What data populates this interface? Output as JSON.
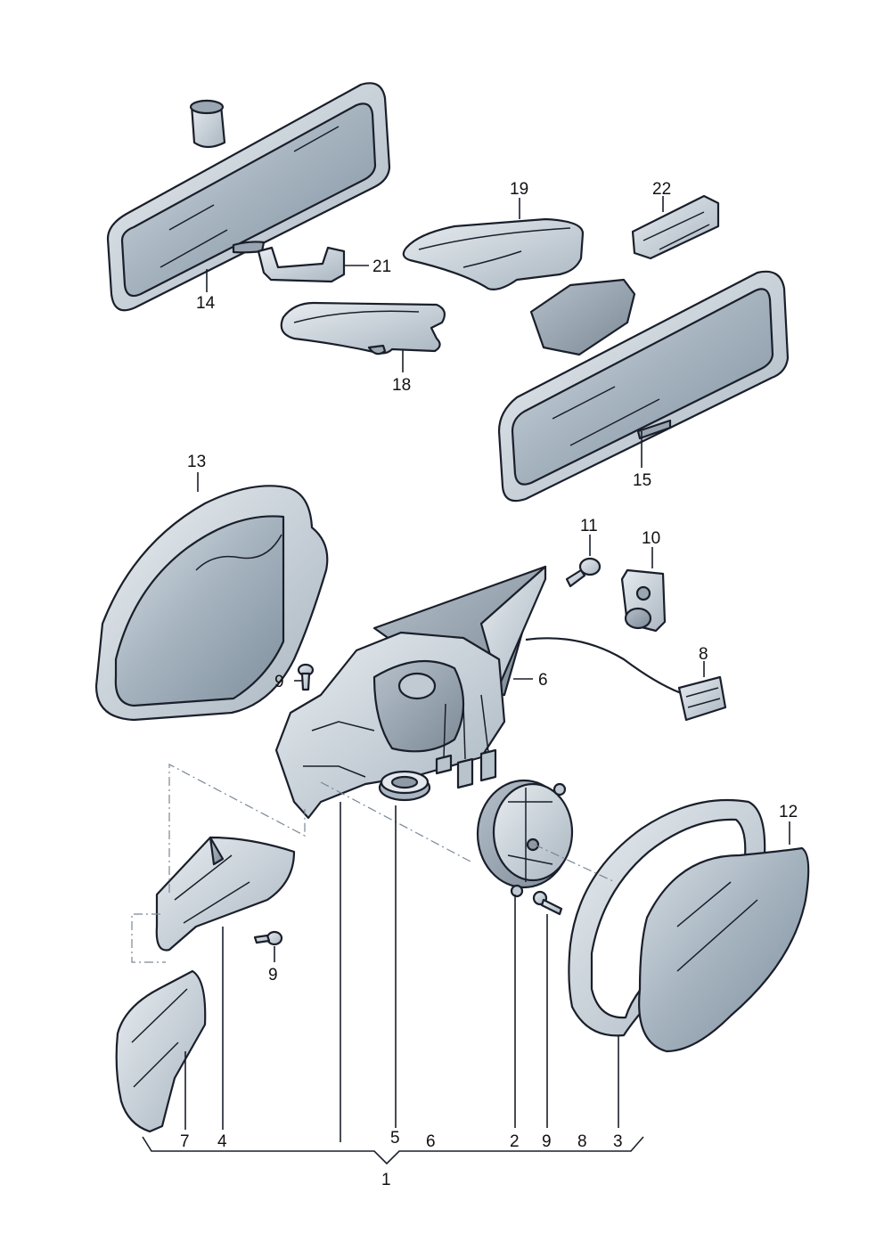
{
  "callouts": {
    "c1": "1",
    "c2": "2",
    "c3": "3",
    "c4": "4",
    "c5": "5",
    "c6_bottom": "6",
    "c6_side": "6",
    "c7": "7",
    "c8_bottom": "8",
    "c8_side": "8",
    "c9_bottom": "9",
    "c9_left": "9",
    "c9_center": "9",
    "c10": "10",
    "c11": "11",
    "c12": "12",
    "c13": "13",
    "c14": "14",
    "c15": "15",
    "c18": "18",
    "c19": "19",
    "c21": "21",
    "c22": "22"
  },
  "colors": {
    "part_fill": "#c9d1d8",
    "part_dark": "#8e9aa6",
    "part_light": "#e7ecf0",
    "glass": "#a9b6c2",
    "outline": "#1a1f2b"
  }
}
